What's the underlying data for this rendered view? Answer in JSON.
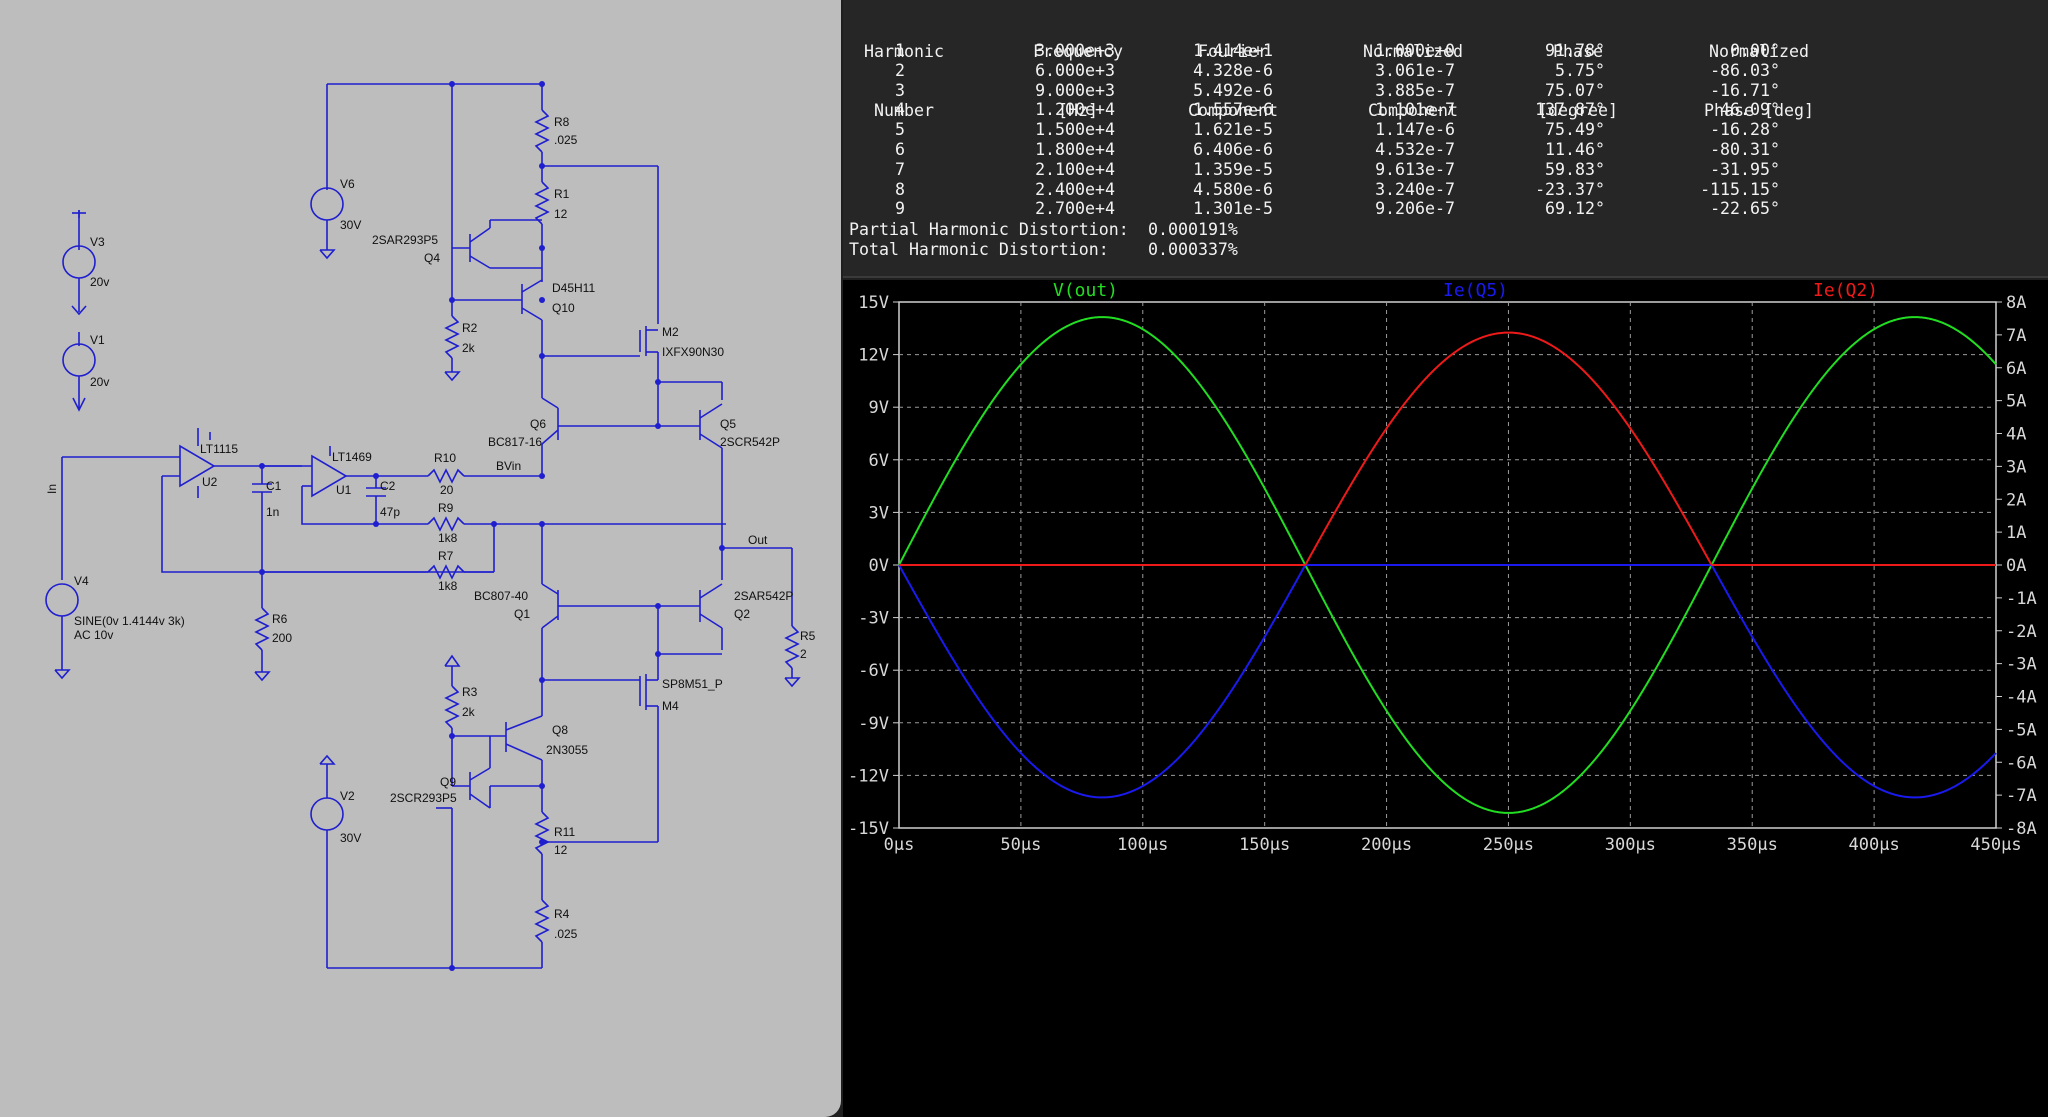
{
  "schematic": {
    "labels": {
      "V3": "V3",
      "V3_val": "20v",
      "V1": "V1",
      "V1_val": "20v",
      "V4": "V4",
      "V4_val1": "SINE(0v 1.4144v 3k)",
      "V4_val2": "AC 10v",
      "V6": "V6",
      "V6_val": "30V",
      "V2": "V2",
      "V2_val": "30V",
      "U2_model": "LT1115",
      "U2": "U2",
      "U1_model": "LT1469",
      "U1": "U1",
      "C1": "C1",
      "C1_val": "1n",
      "C2": "C2",
      "C2_val": "47p",
      "R10": "R10",
      "R10_val": "20",
      "R9": "R9",
      "R9_val": "1k8",
      "R7": "R7",
      "R7_val": "1k8",
      "R6": "R6",
      "R6_val": "200",
      "R8": "R8",
      "R8_val": ".025",
      "R1": "R1",
      "R1_val": "12",
      "R2": "R2",
      "R2_val": "2k",
      "R3": "R3",
      "R3_val": "2k",
      "R11": "R11",
      "R11_val": "12",
      "R4": "R4",
      "R4_val": ".025",
      "R5": "R5",
      "R5_val": "2",
      "Q4_model": "2SAR293P5",
      "Q4": "Q4",
      "Q10_model": "D45H11",
      "Q10": "Q10",
      "M2": "M2",
      "M2_model": "IXFX90N30",
      "Q6": "Q6",
      "Q6_model": "BC817-16",
      "Q5": "Q5",
      "Q5_model": "2SCR542P",
      "Q1_model": "BC807-40",
      "Q1": "Q1",
      "Q2_model": "2SAR542P",
      "Q2": "Q2",
      "M4_model": "SP8M51_P",
      "M4": "M4",
      "Q8": "Q8",
      "Q8_model": "2N3055",
      "Q9": "Q9",
      "Q9_model": "2SCR293P5",
      "net_in": "In",
      "net_bvin": "BVin",
      "net_out": "Out"
    }
  },
  "fourier": {
    "headers": {
      "harmonic": [
        "Harmonic",
        "Number"
      ],
      "frequency": [
        "Frequency",
        "[Hz]"
      ],
      "fourier": [
        "Fourier",
        "Component"
      ],
      "normalized": [
        "Normalized",
        "Component"
      ],
      "phase": [
        "Phase",
        "[degree]"
      ],
      "norm_phase": [
        "Normalized",
        "Phase [deg]"
      ]
    },
    "rows": [
      [
        "1",
        "3.000e+3",
        "1.414e+1",
        "1.000e+0",
        "91.78°",
        "0.00°"
      ],
      [
        "2",
        "6.000e+3",
        "4.328e-6",
        "3.061e-7",
        "5.75°",
        "-86.03°"
      ],
      [
        "3",
        "9.000e+3",
        "5.492e-6",
        "3.885e-7",
        "75.07°",
        "-16.71°"
      ],
      [
        "4",
        "1.200e+4",
        "1.557e-6",
        "1.101e-7",
        "137.87°",
        "46.09°"
      ],
      [
        "5",
        "1.500e+4",
        "1.621e-5",
        "1.147e-6",
        "75.49°",
        "-16.28°"
      ],
      [
        "6",
        "1.800e+4",
        "6.406e-6",
        "4.532e-7",
        "11.46°",
        "-80.31°"
      ],
      [
        "7",
        "2.100e+4",
        "1.359e-5",
        "9.613e-7",
        "59.83°",
        "-31.95°"
      ],
      [
        "8",
        "2.400e+4",
        "4.580e-6",
        "3.240e-7",
        "-23.37°",
        "-115.15°"
      ],
      [
        "9",
        "2.700e+4",
        "1.301e-5",
        "9.206e-7",
        "69.12°",
        "-22.65°"
      ]
    ],
    "partial_label": "Partial Harmonic Distortion:",
    "partial_value": "0.000191%",
    "total_label": "Total Harmonic Distortion:",
    "total_value": "0.000337%"
  },
  "chart_data": {
    "type": "line",
    "title": "",
    "xlabel": "",
    "ylabel": "",
    "x_ticks": [
      "0µs",
      "50µs",
      "100µs",
      "150µs",
      "200µs",
      "250µs",
      "300µs",
      "350µs",
      "400µs",
      "450µs"
    ],
    "xlim": [
      0,
      450
    ],
    "x_unit": "µs",
    "y_left_ticks": [
      "15V",
      "12V",
      "9V",
      "6V",
      "3V",
      "0V",
      "-3V",
      "-6V",
      "-9V",
      "-12V",
      "-15V"
    ],
    "ylim_left": [
      -15,
      15
    ],
    "y_right_ticks": [
      "8A",
      "7A",
      "6A",
      "5A",
      "4A",
      "3A",
      "2A",
      "1A",
      "0A",
      "-1A",
      "-2A",
      "-3A",
      "-4A",
      "-5A",
      "-6A",
      "-7A",
      "-8A"
    ],
    "ylim_right": [
      -8,
      8
    ],
    "grid": true,
    "legend_position": "top",
    "series": [
      {
        "name": "V(out)",
        "axis": "left",
        "color": "#22dd22",
        "model": "sine",
        "amplitude": 14.14,
        "frequency_khz": 3,
        "phase_deg": 0
      },
      {
        "name": "Ie(Q5)",
        "axis": "right",
        "color": "#1a1aee",
        "model": "half_wave_negative",
        "amplitude": 7.07,
        "frequency_khz": 3
      },
      {
        "name": "Ie(Q2)",
        "axis": "right",
        "color": "#ee1a1a",
        "model": "half_wave_positive",
        "amplitude": 7.07,
        "frequency_khz": 3
      }
    ]
  }
}
